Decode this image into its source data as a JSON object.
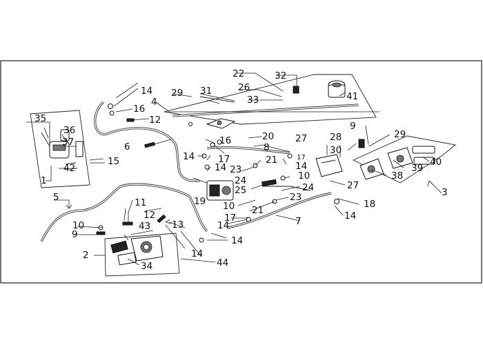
{
  "colors": {
    "ink": "#1a1a1a",
    "background": "#ffffff"
  },
  "labels": {
    "l1": "1",
    "l2": "2",
    "l3": "3",
    "l4": "4",
    "l5": "5",
    "l6": "6",
    "l7": "7",
    "l8": "8",
    "l9a": "9",
    "l9b": "9",
    "l10a": "10",
    "l10b": "10",
    "l10c": "10",
    "l11": "11",
    "l12a": "12",
    "l12b": "12",
    "l13": "13",
    "l14a": "14",
    "l14b": "14",
    "l14c": "14",
    "l14d": "14",
    "l14e": "14",
    "l14f": "14",
    "l14g": "14",
    "l14h": "14",
    "l15": "15",
    "l16a": "16",
    "l16b": "16",
    "l17a": "17",
    "l17b": "17",
    "l17c": "17",
    "l18": "18",
    "l19": "19",
    "l20": "20",
    "l21a": "21",
    "l21b": "21",
    "l22": "22",
    "l23a": "23",
    "l23b": "23",
    "l24a": "24",
    "l24b": "24",
    "l25": "25",
    "l26": "26",
    "l27a": "27",
    "l27b": "27",
    "l28": "28",
    "l29a": "29",
    "l29b": "29",
    "l30": "30",
    "l31": "31",
    "l32": "32",
    "l33": "33",
    "l34": "34",
    "l35": "35",
    "l36": "36",
    "l37": "37",
    "l38": "38",
    "l39": "39",
    "l40": "40",
    "l41": "41",
    "l42": "42",
    "l43": "43",
    "l44": "44"
  }
}
